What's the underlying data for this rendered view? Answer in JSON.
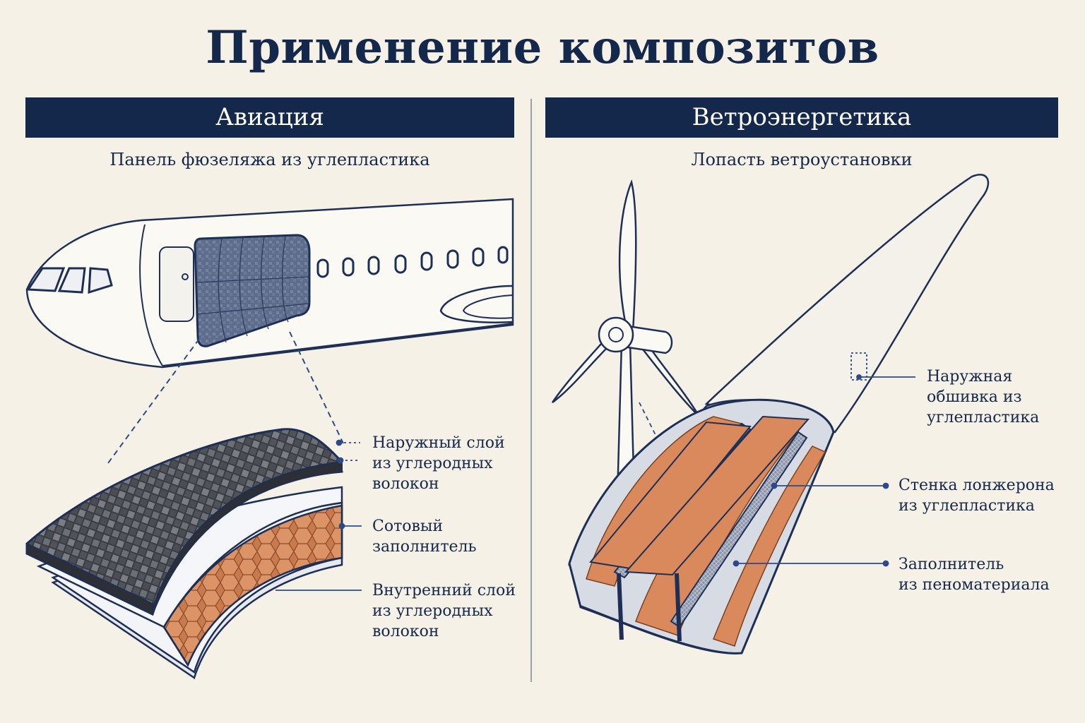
{
  "title": "Применение композитов",
  "sections": {
    "aviation": {
      "heading": "Авиация",
      "subtitle": "Панель фюзеляжа из углепластика",
      "labels": {
        "outer_layer": "Наружный слой\nиз углеродных\nволокон",
        "honeycomb": "Сотовый\nзаполнитель",
        "inner_layer": "Внутренний слой\nиз углеродных\nволокон"
      }
    },
    "wind": {
      "heading": "Ветроэнергетика",
      "subtitle": "Лопасть ветроустановки",
      "labels": {
        "outer_skin": "Наружная\nобшивка из\nуглепластика",
        "spar_web": "Стенка лонжерона\nиз углепластика",
        "foam_core": "Заполнитель\nиз пеноматериала"
      }
    }
  },
  "colors": {
    "navy": "#14284b",
    "background": "#f6f1e6",
    "carbon": "#3c3f46",
    "core_orange": "#d4875a",
    "panel_blue": "#5f6d8c"
  }
}
